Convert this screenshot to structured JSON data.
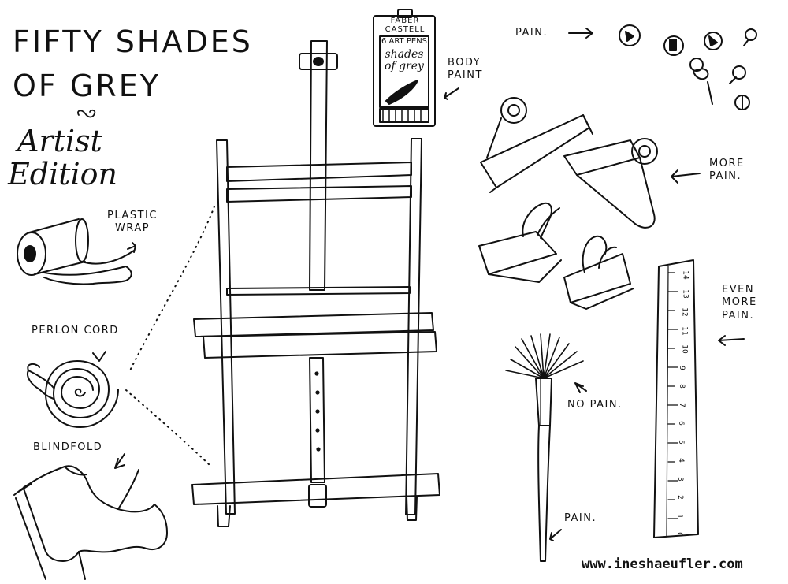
{
  "title": {
    "line1": "FIFTY SHADES",
    "line2": "OF GREY"
  },
  "subtitle": {
    "line1": "Artist",
    "line2": "Edition"
  },
  "labels": {
    "plastic_wrap": "PLASTIC WRAP",
    "perlon_cord": "PERLON CORD",
    "blindfold": "BLINDFOLD",
    "body_paint": "BODY PAINT",
    "pain_pins": "PAIN.",
    "more_pain": "MORE PAIN.",
    "even_more_pain": "EVEN MORE PAIN.",
    "no_pain": "NO PAIN.",
    "pain_brush": "PAIN."
  },
  "pen_box": {
    "brand": "FABER CASTELL",
    "product": "6 ART PENS",
    "name": "shades of grey"
  },
  "ruler_numbers": [
    "14",
    "13",
    "12",
    "11",
    "10",
    "9",
    "8",
    "7",
    "6",
    "5",
    "4",
    "3",
    "2",
    "1",
    "0"
  ],
  "website": "www.ineshaeufler.com",
  "colors": {
    "ink": "#111111",
    "paper": "#ffffff"
  }
}
